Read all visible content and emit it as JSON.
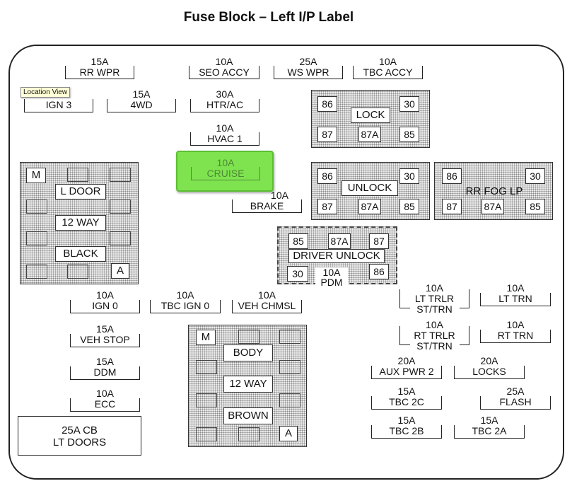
{
  "title": "Fuse Block – Left I/P Label",
  "tooltip": "Location View",
  "fuses": {
    "rr_wpr": {
      "amp": "15A",
      "name": "RR WPR"
    },
    "seo_accy": {
      "amp": "10A",
      "name": "SEO ACCY"
    },
    "ws_wpr": {
      "amp": "25A",
      "name": "WS WPR"
    },
    "tbc_accy": {
      "amp": "10A",
      "name": "TBC ACCY"
    },
    "ign3": {
      "amp": "",
      "name": "IGN 3"
    },
    "fwd": {
      "amp": "15A",
      "name": "4WD"
    },
    "htr_ac": {
      "amp": "30A",
      "name": "HTR/AC"
    },
    "hvac1": {
      "amp": "10A",
      "name": "HVAC 1"
    },
    "cruise": {
      "amp": "10A",
      "name": "CRUISE"
    },
    "brake": {
      "amp": "10A",
      "name": "BRAKE"
    },
    "ign0": {
      "amp": "10A",
      "name": "IGN 0"
    },
    "tbc_ign0": {
      "amp": "10A",
      "name": "TBC IGN 0"
    },
    "veh_chmsl": {
      "amp": "10A",
      "name": "VEH CHMSL"
    },
    "veh_stop": {
      "amp": "15A",
      "name": "VEH STOP"
    },
    "ddm": {
      "amp": "15A",
      "name": "DDM"
    },
    "ecc": {
      "amp": "10A",
      "name": "ECC"
    },
    "lt_trlr": {
      "amp": "10A",
      "name": "LT TRLR",
      "name2": "ST/TRN"
    },
    "lt_trn": {
      "amp": "10A",
      "name": "LT TRN"
    },
    "rt_trlr": {
      "amp": "10A",
      "name": "RT TRLR",
      "name2": "ST/TRN"
    },
    "rt_trn": {
      "amp": "10A",
      "name": "RT TRN"
    },
    "aux_pwr2": {
      "amp": "20A",
      "name": "AUX PWR 2"
    },
    "locks": {
      "amp": "20A",
      "name": "LOCKS"
    },
    "tbc2c": {
      "amp": "15A",
      "name": "TBC 2C"
    },
    "flash": {
      "amp": "25A",
      "name": "FLASH"
    },
    "tbc2b": {
      "amp": "15A",
      "name": "TBC 2B"
    },
    "tbc2a": {
      "amp": "15A",
      "name": "TBC 2A"
    }
  },
  "relays": {
    "lock": {
      "label": "LOCK",
      "p86": "86",
      "p30": "30",
      "p87": "87",
      "p87a": "87A",
      "p85": "85"
    },
    "unlock": {
      "label": "UNLOCK",
      "p86": "86",
      "p30": "30",
      "p87": "87",
      "p87a": "87A",
      "p85": "85"
    },
    "rrfog": {
      "label": "RR FOG LP",
      "p86": "86",
      "p30": "30",
      "p87": "87",
      "p87a": "87A",
      "p85": "85"
    },
    "driver": {
      "label": "DRIVER UNLOCK",
      "p85": "85",
      "p87a": "87A",
      "p87": "87",
      "p30": "30",
      "p86": "86",
      "pdm_amp": "10A",
      "pdm_name": "PDM"
    }
  },
  "connectors": {
    "left": {
      "m": "M",
      "a": "A",
      "l1": "L DOOR",
      "l2": "12 WAY",
      "l3": "BLACK"
    },
    "body": {
      "m": "M",
      "a": "A",
      "l1": "BODY",
      "l2": "12 WAY",
      "l3": "BROWN"
    }
  },
  "circuit_breaker": {
    "line1": "25A CB",
    "line2": "LT DOORS"
  }
}
